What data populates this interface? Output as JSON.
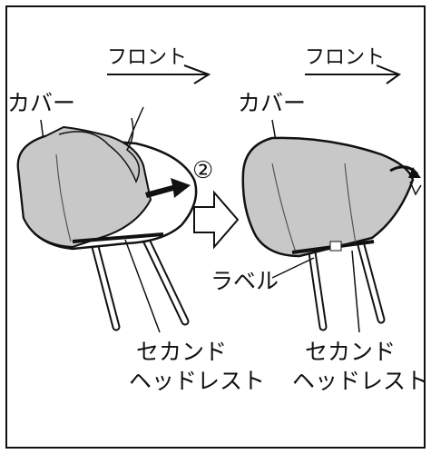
{
  "diagram": {
    "labels": {
      "front_left": "フロント",
      "front_right": "フロント",
      "cover_left": "カバー",
      "cover_right": "カバー",
      "step_marker": "②",
      "label_tag": "ラベル",
      "second_headrest_left_line1": "セカンド",
      "second_headrest_left_line2": "ヘッドレスト",
      "second_headrest_right_line1": "セカンド",
      "second_headrest_right_line2": "ヘッドレスト"
    },
    "colors": {
      "frame": "#111111",
      "cover_fill": "#c8c8c8",
      "cover_shadow": "#8c8c8c",
      "headrest_inner": "#ffffff",
      "arrow_fill": "#111111"
    },
    "icons": {
      "direction_arrow_left": "front-direction-arrow-icon",
      "direction_arrow_right": "front-direction-arrow-icon",
      "flow_arrow": "hollow-right-arrow-icon",
      "push_arrow": "solid-right-arrow-icon",
      "curl_arrow": "curved-arrow-icon"
    }
  }
}
